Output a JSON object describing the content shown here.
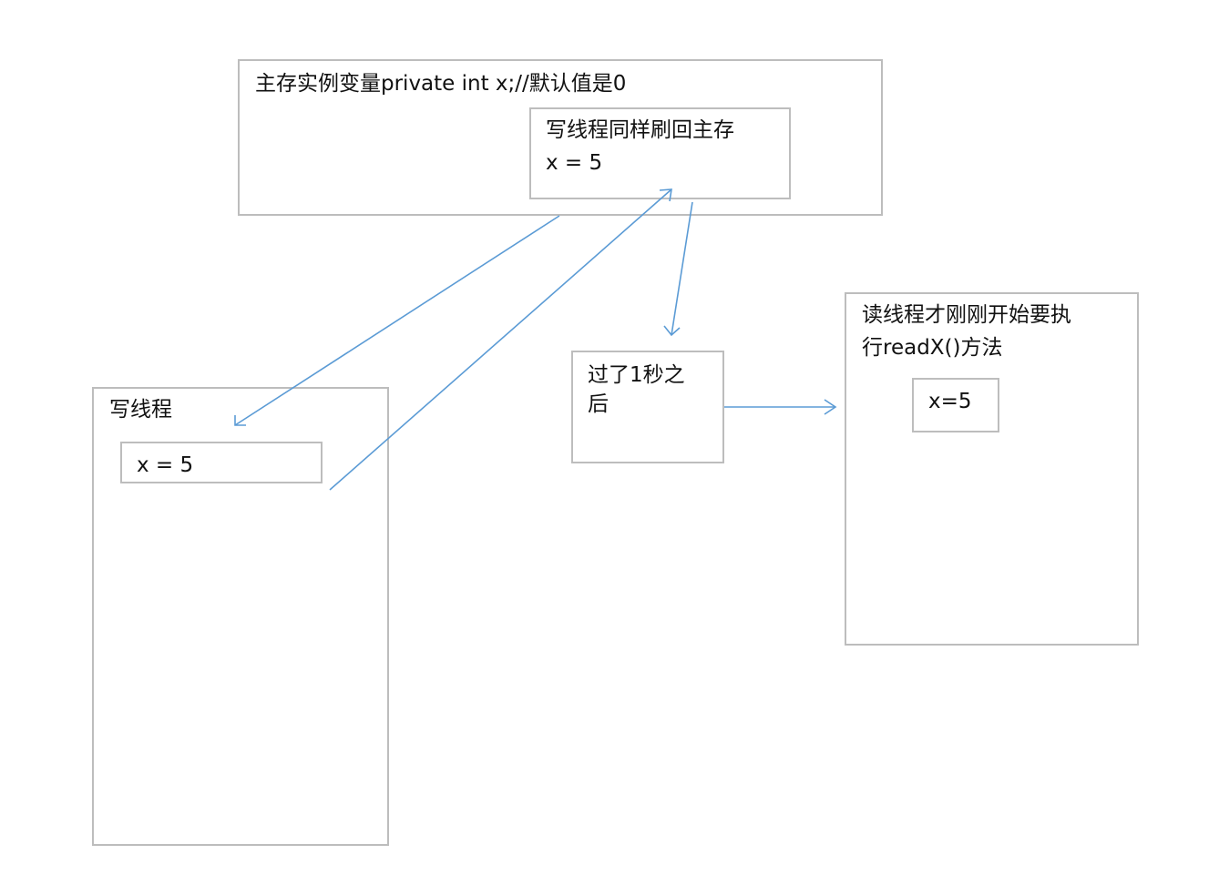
{
  "main_memory": {
    "title": "主存实例变量private int x;//默认值是0",
    "flush_box": {
      "line1": "写线程同样刷回主存",
      "line2": "x = 5"
    }
  },
  "writer_thread": {
    "title": "写线程",
    "value": "x = 5"
  },
  "delay": {
    "line1": "过了1秒之",
    "line2": "后"
  },
  "reader_thread": {
    "line1": "读线程才刚刚开始要执",
    "line2": "行readX()方法",
    "value": "x=5"
  },
  "colors": {
    "arrow": "#5b9bd5",
    "border": "#bdbdbd"
  }
}
